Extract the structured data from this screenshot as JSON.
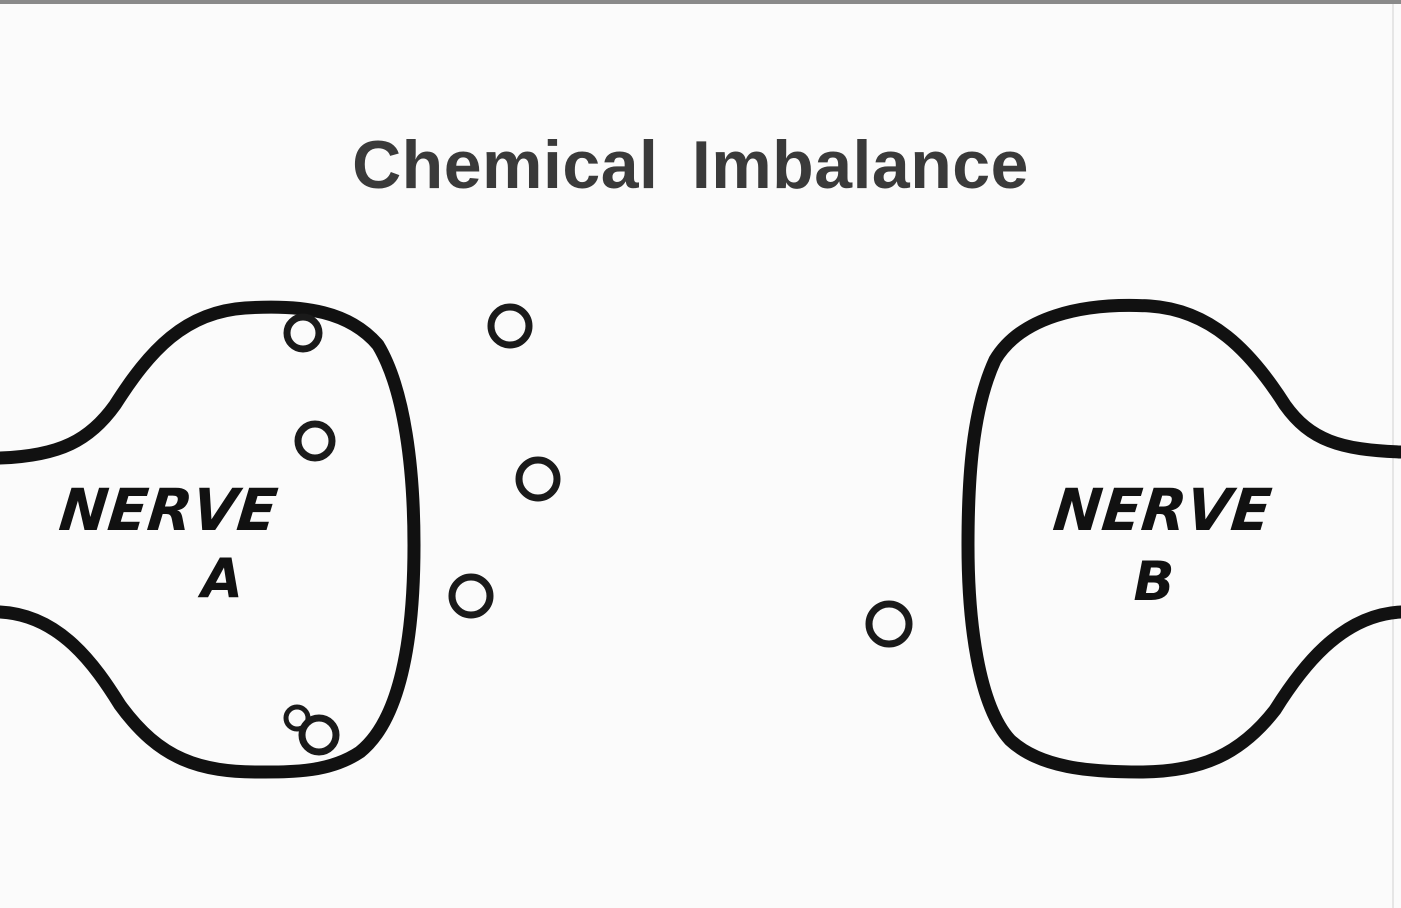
{
  "title": "Chemical Imbalance",
  "nerve_a": {
    "word": "NERVE",
    "letter": "A"
  },
  "nerve_b": {
    "word": "NERVE",
    "letter": "B"
  },
  "colors": {
    "ink": "#111111",
    "title": "#3a3a3a",
    "background": "#fbfbfb"
  }
}
